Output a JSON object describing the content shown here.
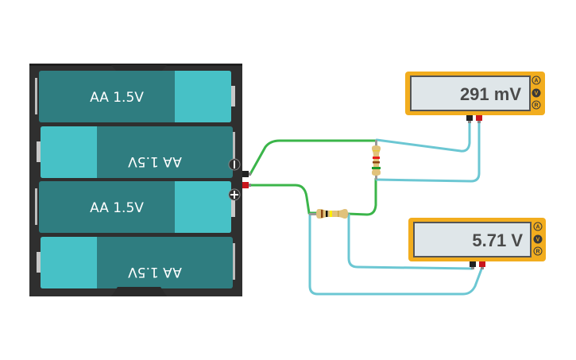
{
  "app": {
    "view": "circuit-canvas"
  },
  "colors": {
    "holder": "#2f2f2f",
    "cell_dark": "#2f7d80",
    "cell_light": "#47c1c6",
    "wire_green": "#3bb54a",
    "wire_teal": "#6cc7d3",
    "meter_body": "#f2ad1e",
    "meter_screen": "#dfe6e9",
    "lead_black": "#222222",
    "lead_red": "#c8161d"
  },
  "battery_pack": {
    "cells": [
      {
        "label": "AA 1.5V",
        "orientation": "normal"
      },
      {
        "label": "AA 1.5V",
        "orientation": "flipped"
      },
      {
        "label": "AA 1.5V",
        "orientation": "normal"
      },
      {
        "label": "AA 1.5V",
        "orientation": "flipped"
      }
    ],
    "terminal_negative": "−",
    "terminal_positive": "+"
  },
  "multimeters": [
    {
      "name": "top",
      "reading": "291 mV",
      "modes": [
        "A",
        "V",
        "R"
      ],
      "active_mode": "V"
    },
    {
      "name": "bottom",
      "reading": "5.71 V",
      "modes": [
        "A",
        "V",
        "R"
      ],
      "active_mode": "V"
    }
  ],
  "resistors": [
    {
      "name": "vertical",
      "bands": [
        "#e8c83a",
        "#e81c1c",
        "#8b4513",
        "#1a9a2a"
      ]
    },
    {
      "name": "horizontal",
      "bands": [
        "#8b4513",
        "#111111",
        "#ffee00",
        "#c9a646"
      ]
    }
  ]
}
